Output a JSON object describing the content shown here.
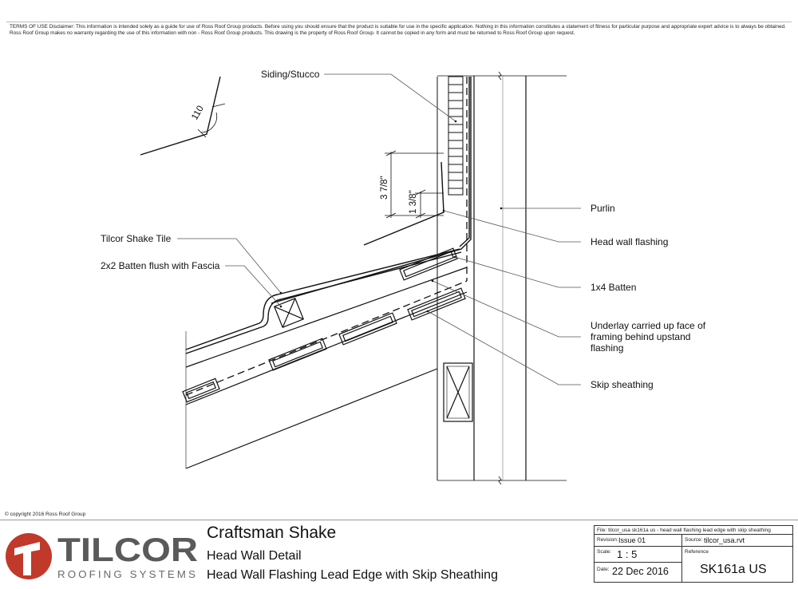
{
  "terms": {
    "line1": "TERMS OF USE Disclaimer: This information is intended solely as a guide for use of Ross Roof Group products. Before using you should ensure that the product is suitable for use in the specific application. Nothing in this information constitutes a statement of fitness for particular purpose and appropriate expert advice is to always be obtained.",
    "line2": "Ross Roof Group makes no warranty regarding the use of this information with non - Ross Roof Group products. This drawing is the property of Ross Roof Group. It cannot be copied in any form and must be returned to Ross Roof Group upon request."
  },
  "drawing": {
    "labels": {
      "siding": "Siding/Stucco",
      "purlin": "Purlin",
      "tile": "Tilcor Shake Tile",
      "head_flashing": "Head wall flashing",
      "batten_2x2": "2x2 Batten flush with Fascia",
      "batten_1x4": "1x4 Batten",
      "underlay_1": "Underlay carried up face of",
      "underlay_2": "framing behind upstand",
      "underlay_3": "flashing",
      "skip_sheathing": "Skip sheathing"
    },
    "dimensions": {
      "angle": "110",
      "upstand": "3 7/8\"",
      "kick": "1 3/8\""
    }
  },
  "footer": {
    "copyright": "© copyright 2016 Ross Roof Group",
    "brand": "TILCOR",
    "brand_sub": "ROOFING SYSTEMS",
    "brand_color": "#c0392b",
    "brand_grey": "#5a5a5a",
    "title": "Craftsman Shake",
    "subtitle1": "Head Wall Detail",
    "subtitle2": "Head Wall Flashing Lead Edge with Skip Sheathing"
  },
  "title_block": {
    "file": "File: tilcor_usa sk161a us - head wall flashing lead edge with skip sheathing",
    "revision_label": "Revision:",
    "revision": "Issue 01",
    "source_label": "Source:",
    "source": "tilcor_usa.rvt",
    "scale_label": "Scale:",
    "scale": "1 : 5",
    "reference_label": "Reference",
    "date_label": "Date:",
    "date": "22 Dec 2016",
    "reference": "SK161a US"
  }
}
